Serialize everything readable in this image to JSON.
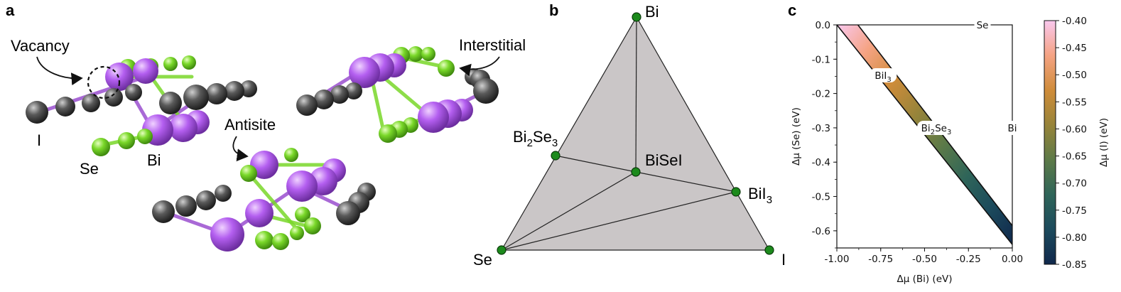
{
  "panel_labels": {
    "a": "a",
    "b": "b",
    "c": "c"
  },
  "panel_a": {
    "defects": {
      "vacancy": "Vacancy",
      "interstitial": "Interstitial",
      "antisite": "Antisite"
    },
    "atoms": {
      "I": "I",
      "Se": "Se",
      "Bi": "Bi"
    },
    "colors": {
      "Bi": "#b45ff0",
      "Se": "#7ad82a",
      "I": "#5a5a5a"
    }
  },
  "panel_b": {
    "vertices": {
      "Bi": "Bi",
      "Se": "Se",
      "I": "I"
    },
    "phases": [
      {
        "base": "Bi",
        "sub": "2",
        "base2": "Se",
        "sub2": "3"
      },
      {
        "base": "BiSeI",
        "sub": "",
        "base2": "",
        "sub2": ""
      },
      {
        "base": "BiI",
        "sub": "3",
        "base2": "",
        "sub2": ""
      }
    ],
    "fill_color": "#cac6c7",
    "node_color": "#1c8a1c"
  },
  "chart_data": {
    "type": "area",
    "xlabel": "Δμ (Bi) (eV)",
    "ylabel": "Δμ (Se) (eV)",
    "xlim": [
      -1.0,
      0.0
    ],
    "ylim": [
      -0.65,
      0.0
    ],
    "xticks": [
      "-1.00",
      "-0.75",
      "-0.50",
      "-0.25",
      "0.00"
    ],
    "yticks": [
      "0.0",
      "-0.1",
      "-0.2",
      "-0.3",
      "-0.4",
      "-0.5",
      "-0.6"
    ],
    "stability_region": {
      "upper_edge": [
        [
          -0.88,
          0.0
        ],
        [
          0.0,
          -0.585
        ]
      ],
      "lower_edge": [
        [
          -1.0,
          0.0
        ],
        [
          0.0,
          -0.64
        ]
      ]
    },
    "region_labels": [
      {
        "base": "Se",
        "sub": "",
        "base2": "",
        "sub2": ""
      },
      {
        "base": "BiI",
        "sub": "3",
        "base2": "",
        "sub2": ""
      },
      {
        "base": "Bi",
        "sub": "2",
        "base2": "Se",
        "sub2": "3"
      },
      {
        "base": "Bi",
        "sub": "",
        "base2": "",
        "sub2": ""
      }
    ],
    "colorbar": {
      "label": "Δμ (I) (eV)",
      "range": [
        -0.85,
        -0.4
      ],
      "ticks": [
        "-0.40",
        "-0.45",
        "-0.50",
        "-0.55",
        "-0.60",
        "-0.65",
        "-0.70",
        "-0.75",
        "-0.80",
        "-0.85"
      ],
      "colors": [
        "#f9c8ee",
        "#f5a383",
        "#cf8c3a",
        "#97843a",
        "#5d7a48",
        "#2f6559",
        "#1c4a5c",
        "#10284c"
      ]
    }
  }
}
